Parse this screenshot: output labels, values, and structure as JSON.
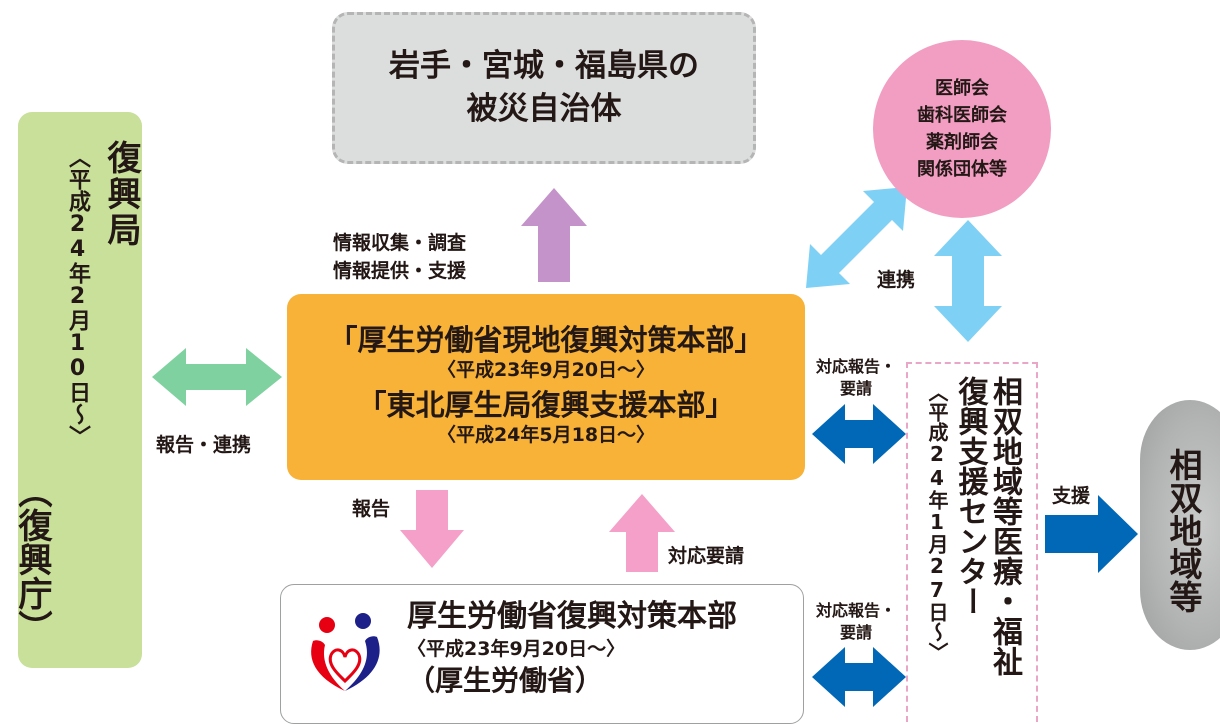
{
  "agency": {
    "name": "復興局",
    "date": "〈平成24年2月10日〜〉",
    "renamed": "（復興庁）"
  },
  "municipalities": {
    "line1": "岩手・宮城・福島県の",
    "line2": "被災自治体"
  },
  "association": {
    "lines": [
      "医師会",
      "歯科医師会",
      "薬剤師会",
      "関係団体等"
    ]
  },
  "hq": {
    "title1": "「厚生労働省現地復興対策本部」",
    "date1": "〈平成23年9月20日〜〉",
    "title2": "「東北厚生局復興支援本部」",
    "date2": "〈平成24年5月18日〜〉"
  },
  "mhlw": {
    "title": "厚生労働省復興対策本部",
    "date": "〈平成23年9月20日〜〉",
    "org": "（厚生労働省）"
  },
  "center": {
    "name_col1": "相双地域等医療・福祉",
    "name_col2": "復興支援センター",
    "date": "〈平成24年1月27日〜〉"
  },
  "region": {
    "name": "相双地域等"
  },
  "labels": {
    "report_cooperation": "報告・連携",
    "info_collection": "情報収集・調査",
    "info_provision": "情報提供・支援",
    "cooperation": "連携",
    "report": "報告",
    "request": "対応要請",
    "report_request_top_1": "対応報告・",
    "report_request_top_2": "要請",
    "report_request_bottom_1": "対応報告・",
    "report_request_bottom_2": "要請",
    "support": "支援"
  },
  "colors": {
    "agency_green": "#c8e09a",
    "hq_orange": "#f8b237",
    "association_pink": "#f19ec2",
    "arrow_green": "#7fd1a0",
    "arrow_purple": "#c393c9",
    "arrow_skyblue": "#7fd0f5",
    "arrow_pink": "#f4a0c8",
    "arrow_blue": "#0068b7"
  }
}
